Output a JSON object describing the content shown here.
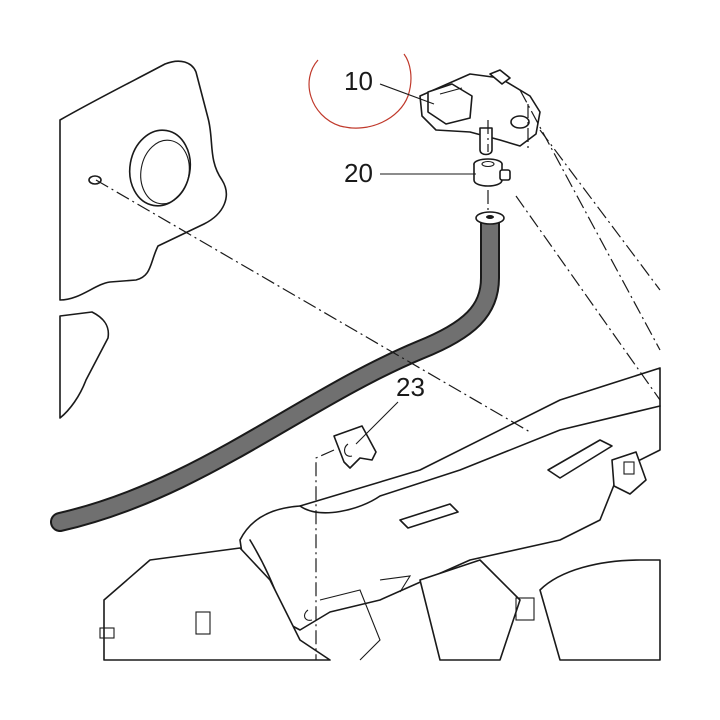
{
  "callouts": {
    "part_10": "10",
    "part_20": "20",
    "part_23": "23"
  },
  "colors": {
    "line": "#1a1a1a",
    "hose_fill": "#707070",
    "highlight_circle": "#c0392b"
  }
}
